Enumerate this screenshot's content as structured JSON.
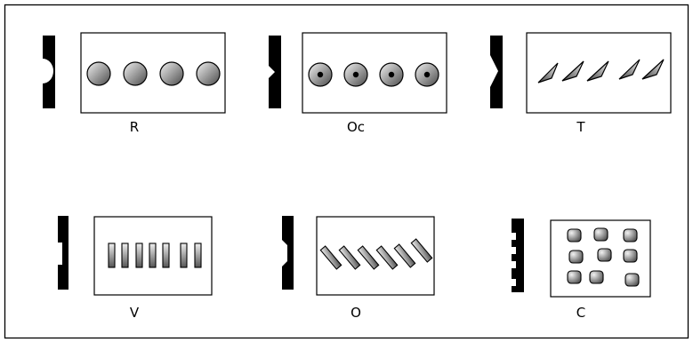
{
  "colors": {
    "ink": "#000000",
    "paper": "#ffffff",
    "shade_light": "#f2f2f2",
    "shade_dark": "#5a5a5a"
  },
  "panels": [
    {
      "id": "round",
      "label": "R",
      "icon": "circle-shapes"
    },
    {
      "id": "occluded",
      "label": "Oc",
      "icon": "dotted-circle-shapes"
    },
    {
      "id": "triangular",
      "label": "T",
      "icon": "triangle-shapes"
    },
    {
      "id": "vertical",
      "label": "V",
      "icon": "vertical-bar-shapes"
    },
    {
      "id": "oblique",
      "label": "O",
      "icon": "oblique-bar-shapes"
    },
    {
      "id": "cubic",
      "label": "C",
      "icon": "rounded-square-shapes"
    }
  ]
}
